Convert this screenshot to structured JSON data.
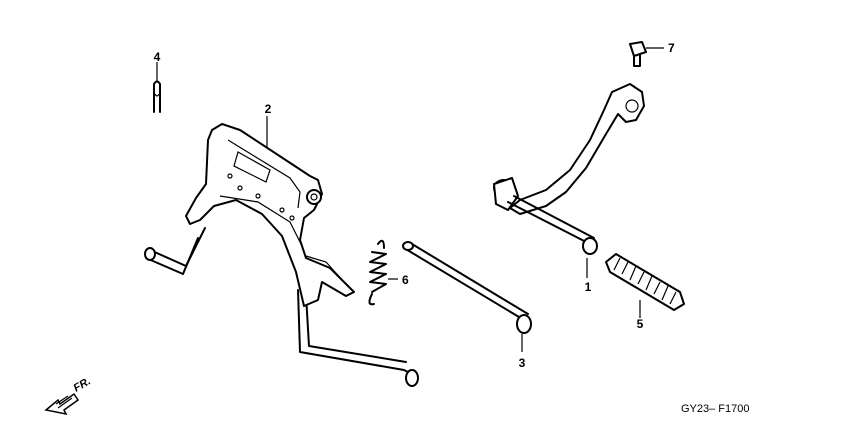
{
  "parts": [
    {
      "number": "1",
      "name": "kick-arm-shaft"
    },
    {
      "number": "2",
      "name": "main-stand"
    },
    {
      "number": "3",
      "name": "stand-pivot-shaft"
    },
    {
      "number": "4",
      "name": "cotter-pin"
    },
    {
      "number": "5",
      "name": "kick-rubber"
    },
    {
      "number": "6",
      "name": "stand-spring"
    },
    {
      "number": "7",
      "name": "kick-arm-bolt"
    }
  ],
  "direction_label": "FR.",
  "diagram_code": "GY23– F1700"
}
